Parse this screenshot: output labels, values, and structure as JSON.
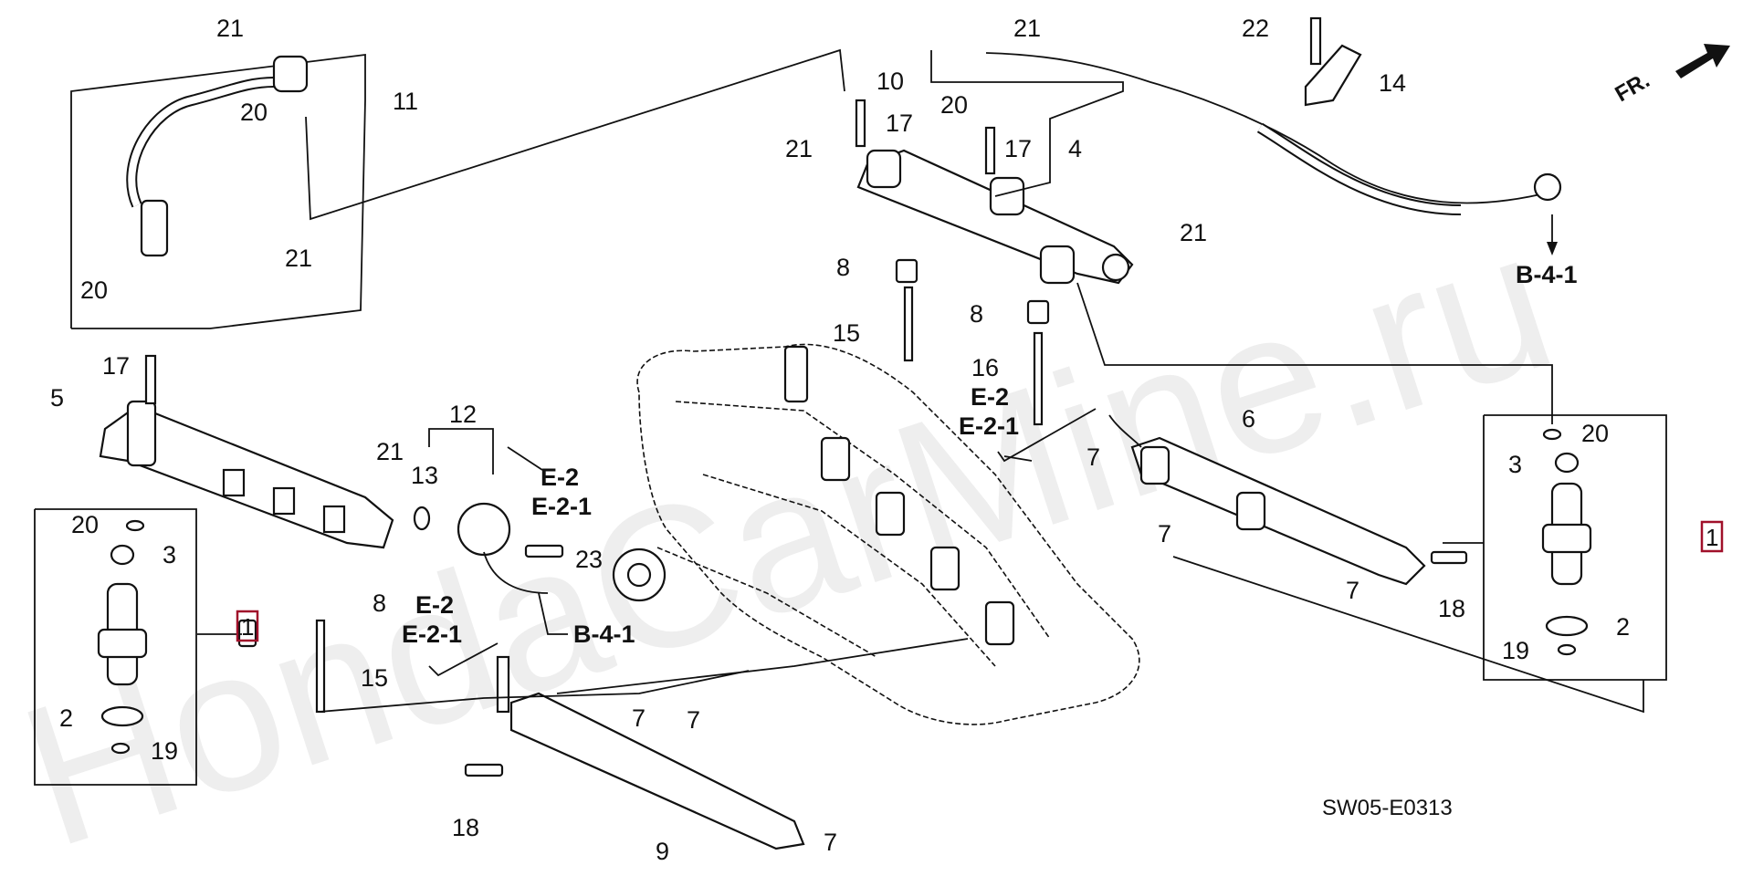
{
  "watermark": "HondaCarMine.ru",
  "diagram_code": "SW05-E0313",
  "direction_label": "FR.",
  "callouts": {
    "c21a": "21",
    "c20a": "20",
    "c11": "11",
    "c21b": "21",
    "c20b": "20",
    "c17a": "17",
    "c5": "5",
    "c21c": "21",
    "c20c": "20",
    "c3a": "3",
    "c2a": "2",
    "c19a": "19",
    "c8a": "8",
    "c15a": "15",
    "c12": "12",
    "c13": "13",
    "c23": "23",
    "c18a": "18",
    "c9": "9",
    "c7a": "7",
    "c7b": "7",
    "c7c": "7",
    "c21d": "21",
    "c10": "10",
    "c20d": "20",
    "c17b": "17",
    "c17c": "17",
    "c4": "4",
    "c21e": "21",
    "c21f": "21",
    "c8b": "8",
    "c15b": "15",
    "c8c": "8",
    "c16": "16",
    "c22": "22",
    "c14": "14",
    "c6": "6",
    "c7d": "7",
    "c7e": "7",
    "c7f": "7",
    "c18b": "18",
    "c20e": "20",
    "c3b": "3",
    "c2b": "2",
    "c19b": "19"
  },
  "box_refs": {
    "left": "1",
    "right": "1"
  },
  "references": {
    "e2_top": "E-2",
    "e21_top": "E-2-1",
    "e2_mid": "E-2",
    "e21_mid": "E-2-1",
    "e2_left": "E-2",
    "e21_left": "E-2-1",
    "b41_mid": "B-4-1",
    "b41_right": "B-4-1"
  }
}
